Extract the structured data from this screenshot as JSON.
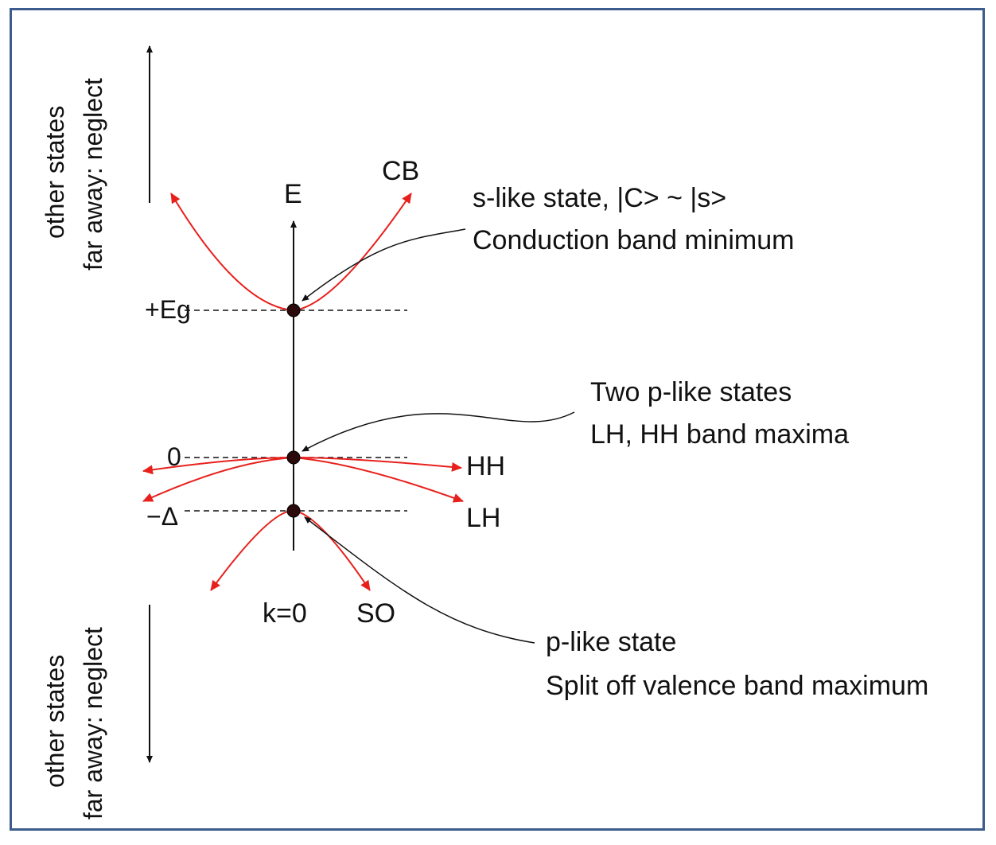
{
  "side_labels": {
    "top_line1": "other states",
    "top_line2": "far away: neglect",
    "bottom_line1": "other states",
    "bottom_line2": "far away: neglect"
  },
  "axis": {
    "energy_label": "E",
    "k_label": "k=0",
    "eg_label": "+Eg",
    "zero_label": "0",
    "delta_label": "−Δ"
  },
  "bands": {
    "cb": "CB",
    "hh": "HH",
    "lh": "LH",
    "so": "SO"
  },
  "annotations": {
    "cb_line1": "s-like state, |C> ~ |s>",
    "cb_line2": "Conduction band minimum",
    "p_line1": "Two p-like states",
    "p_line2": "LH, HH band maxima",
    "so_line1": "p-like state",
    "so_line2": "Split off valence band maximum"
  },
  "colors": {
    "band_curve": "#e8201c",
    "ink": "#111111",
    "frame": "#3b5c8c"
  }
}
